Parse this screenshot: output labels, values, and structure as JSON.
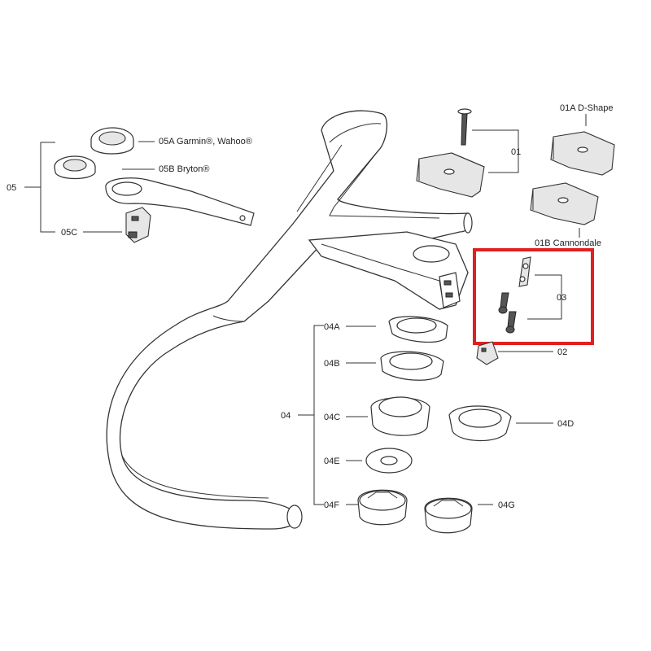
{
  "labels": {
    "l01": "01",
    "l01a": "01A D-Shape",
    "l01b": "01B Cannondale",
    "l02": "02",
    "l03": "03",
    "l04": "04",
    "l04a": "04A",
    "l04b": "04B",
    "l04c": "04C",
    "l04d": "04D",
    "l04e": "04E",
    "l04f": "04F",
    "l04g": "04G",
    "l05": "05",
    "l05a": "05A Garmin®, Wahoo®",
    "l05b": "05B Bryton®",
    "l05c": "05C"
  },
  "highlight": {
    "color": "#e02020",
    "target": "03"
  }
}
